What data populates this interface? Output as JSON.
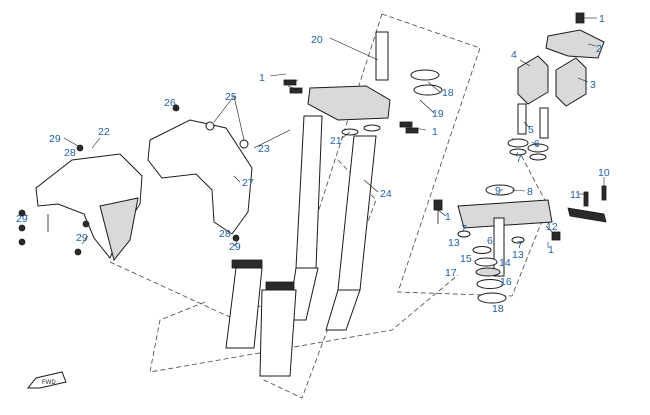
{
  "diagram": {
    "accent_color": "#1f5fa8",
    "callouts": [
      {
        "id": "c1a",
        "text": "1"
      },
      {
        "id": "c2",
        "text": "2"
      },
      {
        "id": "c3",
        "text": "3"
      },
      {
        "id": "c4",
        "text": "4"
      },
      {
        "id": "c5",
        "text": "5"
      },
      {
        "id": "c6a",
        "text": "6"
      },
      {
        "id": "c7a",
        "text": "7"
      },
      {
        "id": "c8",
        "text": "8"
      },
      {
        "id": "c9",
        "text": "9"
      },
      {
        "id": "c10",
        "text": "10"
      },
      {
        "id": "c11",
        "text": "11"
      },
      {
        "id": "c12",
        "text": "12"
      },
      {
        "id": "c1b",
        "text": "1"
      },
      {
        "id": "c13a",
        "text": "13"
      },
      {
        "id": "c7b",
        "text": "7"
      },
      {
        "id": "c6b",
        "text": "6"
      },
      {
        "id": "c7c",
        "text": "7"
      },
      {
        "id": "c15",
        "text": "15"
      },
      {
        "id": "c14",
        "text": "14"
      },
      {
        "id": "c13b",
        "text": "13"
      },
      {
        "id": "c17",
        "text": "17"
      },
      {
        "id": "c16",
        "text": "16"
      },
      {
        "id": "c18b",
        "text": "18"
      },
      {
        "id": "c1c",
        "text": "1"
      },
      {
        "id": "c20",
        "text": "20"
      },
      {
        "id": "c1d",
        "text": "1"
      },
      {
        "id": "c18a",
        "text": "18"
      },
      {
        "id": "c19",
        "text": "19"
      },
      {
        "id": "c1e",
        "text": "1"
      },
      {
        "id": "c21",
        "text": "21"
      },
      {
        "id": "c23",
        "text": "23"
      },
      {
        "id": "c24",
        "text": "24"
      },
      {
        "id": "c26",
        "text": "26"
      },
      {
        "id": "c25",
        "text": "25"
      },
      {
        "id": "c27",
        "text": "27"
      },
      {
        "id": "c22",
        "text": "22"
      },
      {
        "id": "c29a",
        "text": "29"
      },
      {
        "id": "c28a",
        "text": "28"
      },
      {
        "id": "c29b",
        "text": "29"
      },
      {
        "id": "c29c",
        "text": "29"
      },
      {
        "id": "c28b",
        "text": "28"
      },
      {
        "id": "c29d",
        "text": "29"
      }
    ],
    "direction_badge": "FWD"
  }
}
